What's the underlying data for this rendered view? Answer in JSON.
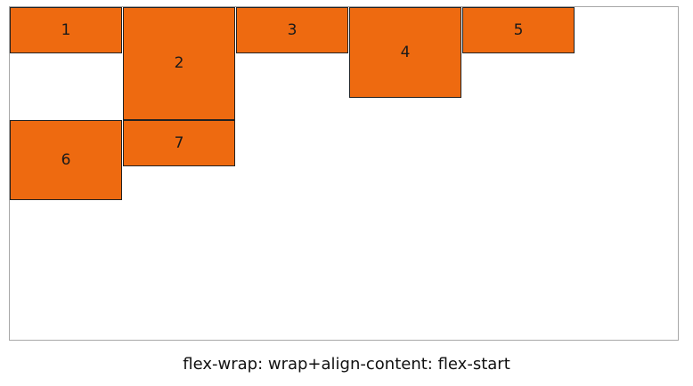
{
  "demo": {
    "items": [
      "1",
      "2",
      "3",
      "4",
      "5",
      "6",
      "7"
    ],
    "caption": "flex-wrap: wrap+align-content: flex-start",
    "colors": {
      "item_fill": "#ee6a10",
      "item_border": "#222222",
      "container_border": "#a8a8a8"
    }
  }
}
